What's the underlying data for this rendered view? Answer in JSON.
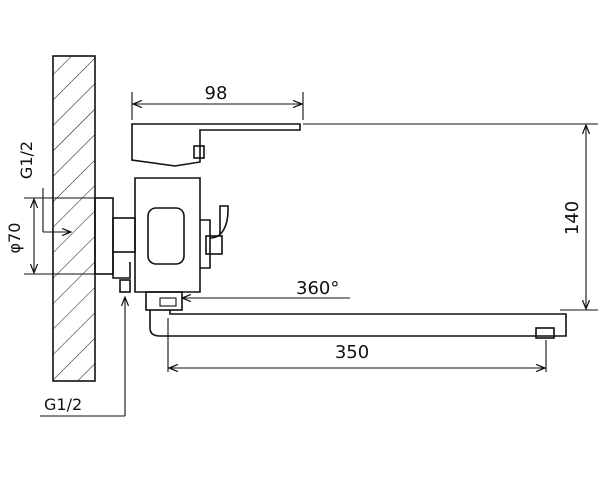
{
  "drawing": {
    "dimensions": {
      "body_width": "98",
      "height": "140",
      "spout_length": "350",
      "rotation": "360°",
      "flange_diameter": "φ70",
      "wall_thread": "G1/2",
      "outlet_thread": "G1/2"
    }
  }
}
